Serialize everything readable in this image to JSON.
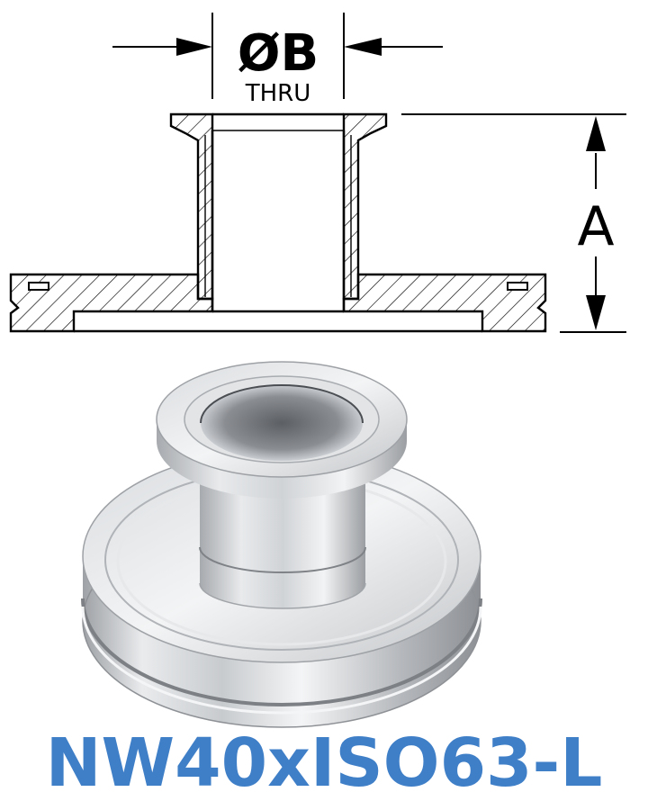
{
  "drawing": {
    "diameter_label": "ØB",
    "thru_label": "THRU",
    "height_label": "A"
  },
  "part_number": "NW40xISO63-L",
  "colors": {
    "part_number_text": "#3f7fc8",
    "line": "#000000",
    "metal_light": "#eceef0",
    "metal_dark": "#8a8d91"
  }
}
